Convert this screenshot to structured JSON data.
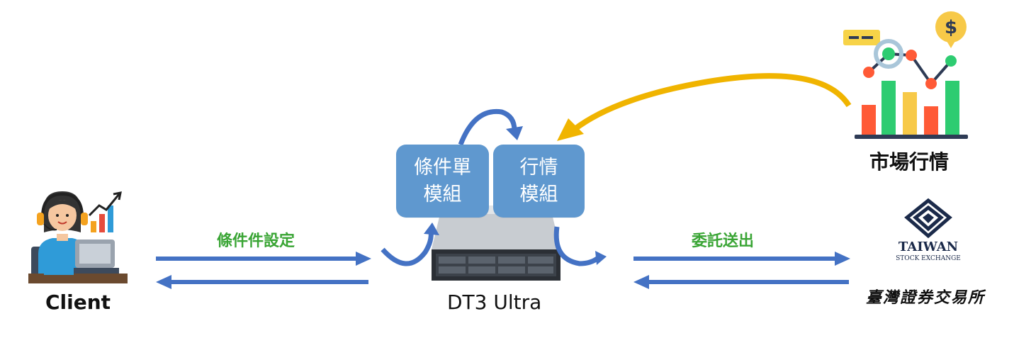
{
  "nodes": {
    "client": {
      "label": "Client"
    },
    "server": {
      "label": "DT3 Ultra"
    },
    "market": {
      "label": "市場行情"
    },
    "exchange": {
      "name_line1": "TAIWAN",
      "name_line2": "STOCK EXCHANGE",
      "name_chinese": "臺灣證券交易所"
    }
  },
  "modules": {
    "condition_order": {
      "line1": "條件單",
      "line2": "模組"
    },
    "market_data": {
      "line1": "行情",
      "line2": "模組"
    }
  },
  "flows": {
    "client_to_server": {
      "label": "條件件設定"
    },
    "server_to_exchange": {
      "label": "委託送出"
    }
  },
  "colors": {
    "arrow_blue": "#4472c4",
    "module_blue": "#5f98cf",
    "feed_arrow": "#f0b400",
    "label_green": "#3aa535"
  }
}
